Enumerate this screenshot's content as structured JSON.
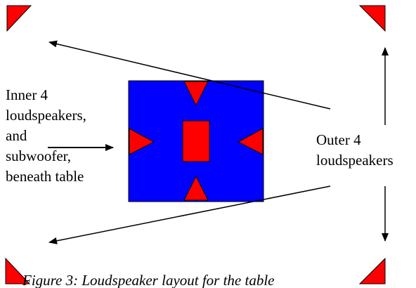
{
  "colors": {
    "table": "#0000ff",
    "speaker": "#ff0000",
    "outline": "#000000"
  },
  "labels": {
    "inner": [
      "Inner 4",
      "loudspeakers,",
      "and",
      "subwoofer,",
      "beneath table"
    ],
    "outer": [
      "Outer 4",
      "loudspeakers"
    ]
  },
  "caption": "Figure 3: Loudspeaker layout for the table"
}
